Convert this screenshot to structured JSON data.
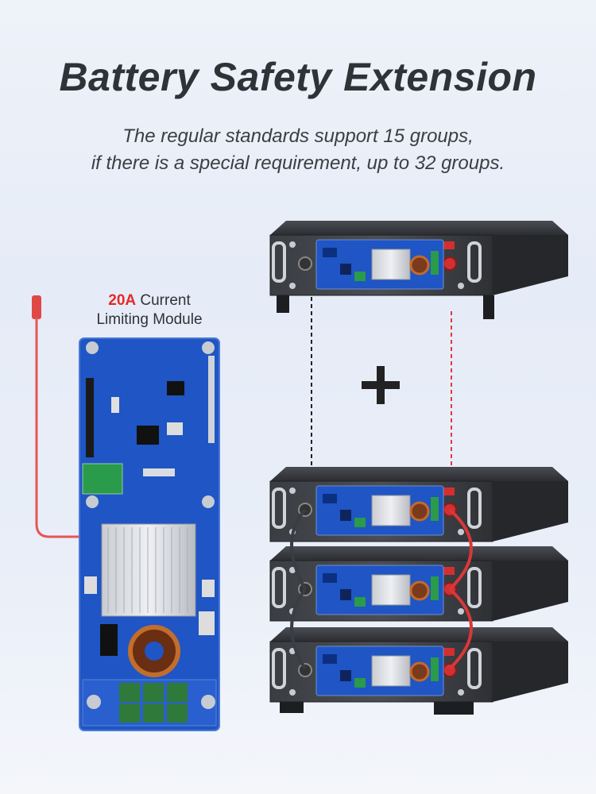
{
  "title": "Battery Safety Extension",
  "subtitle": {
    "line1": "The regular standards support 15 groups,",
    "line2": "if there is a special requirement, up to 32 groups."
  },
  "module_label": {
    "highlight": "20A",
    "rest1": " Current",
    "line2": "Limiting Module"
  },
  "icons": [
    "plus-icon",
    "bms-board",
    "battery-rack"
  ],
  "colors": {
    "accent_red": "#e32a2a",
    "board_blue": "#1f55c4",
    "rack_dark": "#2b2d31",
    "cable_red": "#e03a3a"
  }
}
